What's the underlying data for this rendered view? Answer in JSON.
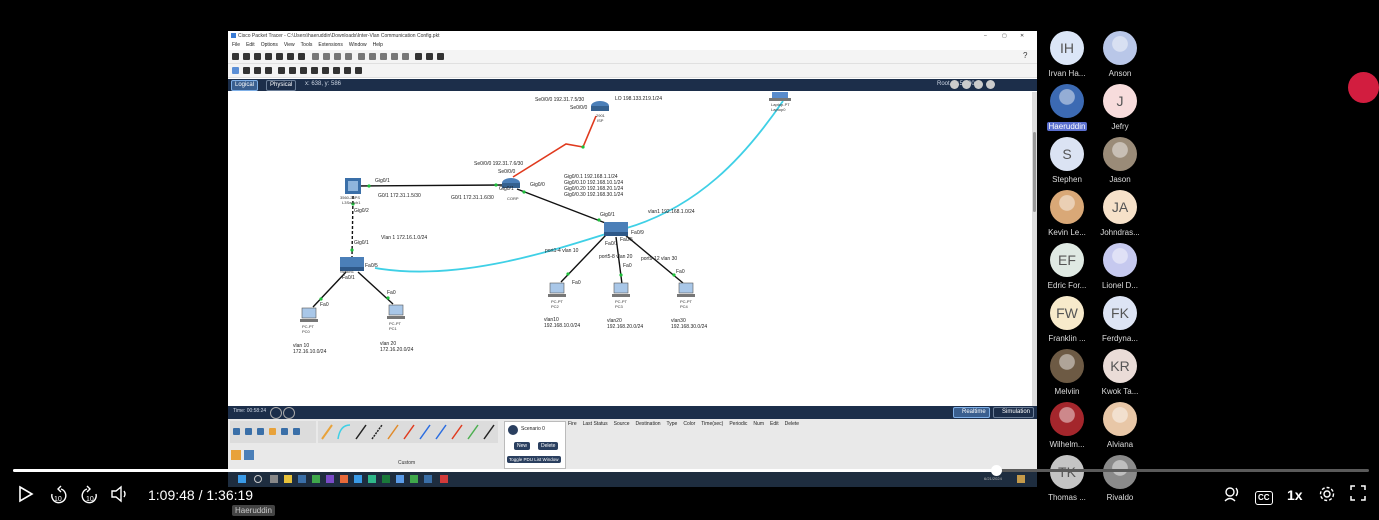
{
  "app": {
    "window_title": "Cisco Packet Tracer - C:\\Users\\haeruddin\\Downloads\\Inter-Vlan Communication Config.pkt",
    "menu": [
      "File",
      "Edit",
      "Options",
      "View",
      "Tools",
      "Extensions",
      "Window",
      "Help"
    ],
    "tabs": {
      "logical": "Logical",
      "physical": "Physical",
      "coords": "x: 638, y: 586"
    },
    "root_time": "Root 01:58:00",
    "time_label": "Time: 00:58:24",
    "realtime_label": "Realtime",
    "simulation_label": "Simulation",
    "scenario": "Scenario 0",
    "new_label": "New",
    "delete_label": "Delete",
    "toggle_pdu": "Toggle PDU List Window",
    "pdu_columns": [
      "Fire",
      "Last Status",
      "Source",
      "Destination",
      "Type",
      "Color",
      "Time(sec)",
      "Periodic",
      "Num",
      "Edit",
      "Delete"
    ],
    "custom_label": "Custom",
    "date": "6/21/2024",
    "help_icon": "?"
  },
  "topology": {
    "isp_link": "Se0/0/0 192.31.7.5/30",
    "isp_port": "Se0/0/0",
    "isp_lo": "LO 198.133.219.1/24",
    "isp_dev": "2901",
    "isp_name": "ISP",
    "corp_se": "Se0/0/0 192.31.7.6/30",
    "corp_se_port": "Se0/0/0",
    "corp_gig01": "Gig0/1",
    "corp_gig00": "Gig0/0",
    "corp_name": "CORP",
    "corp_subifs": [
      "Gig0/0.1 192.168.1.1/24",
      "Gig0/0.10 192.168.10.1/24",
      "Gig0/0.20 192.168.20.1/24",
      "Gig0/0.30 192.168.30.1/24"
    ],
    "l3_gig01": "Gig0/1",
    "l3_g01_ip": "G0/1 172.31.1.5/30",
    "corp_g01_ip": "G0/1 172.31.1.6/30",
    "l3_model": "3560-24PS",
    "l3_name": "L3Switch1",
    "l3_gig02": "Gig0/2",
    "sw1_gig01": "Gig0/1",
    "vlan1_172": "Vlan 1 172.16.1.0/24",
    "sw1_fa05": "Fa0/5",
    "sw1_fa01": "Fa0/1",
    "sw1_name": "Switch1",
    "pc0_fa": "Fa0",
    "pc1_fa": "Fa0",
    "pc0_name": "PC-PT PC0",
    "pc1_name": "PC-PT PC1",
    "vlan10_172": "vlan 10 172.16.10.0/24",
    "vlan20_172": "vlan 20 172.16.20.0/24",
    "sw2_gig01": "Gig0/1",
    "vlan1_192": "vlan1 192.168.1.0/24",
    "sw2_fa09": "Fa0/9",
    "sw2_fa05": "Fa0/5",
    "sw2_fa01": "Fa0/1",
    "port14": "port1-4 vlan 10",
    "port58": "port5-8 vlan 20",
    "port912": "port9-12 vlan 30",
    "pc2_fa": "Fa0",
    "pc3_fa": "Fa0",
    "pc4_fa": "Fa0",
    "pc2_name": "PC-PT PC2",
    "pc3_name": "PC-PT PC3",
    "pc4_name": "PC-PT PC4",
    "vlan10_192": "vlan10 192.168.10.0/24",
    "vlan20_192": "vlan20 192.168.20.0/24",
    "vlan30_192": "vlan30 192.168.30.0/24",
    "laptop_name": "Laptop-PT Laptop0"
  },
  "participants": [
    {
      "name": "Irvan Ha...",
      "initials": "IH",
      "bg": "#dbe6f7"
    },
    {
      "name": "Anson",
      "initials": "",
      "bg": "#b9c7e8"
    },
    {
      "name": "Haeruddin",
      "initials": "",
      "bg": "#3c6ab3"
    },
    {
      "name": "Jefry",
      "initials": "J",
      "bg": "#f7dcdc"
    },
    {
      "name": "Stephen",
      "initials": "S",
      "bg": "#dbe3f3"
    },
    {
      "name": "Jason",
      "initials": "",
      "bg": "#9a8b78"
    },
    {
      "name": "Kevin Le...",
      "initials": "",
      "bg": "#d9a877"
    },
    {
      "name": "Johndras...",
      "initials": "JA",
      "bg": "#f6e1c9"
    },
    {
      "name": "Edric For...",
      "initials": "EF",
      "bg": "#dfe9e3"
    },
    {
      "name": "Lionel D...",
      "initials": "",
      "bg": "#c6c9ef"
    },
    {
      "name": "Franklin ...",
      "initials": "FW",
      "bg": "#f7eacb"
    },
    {
      "name": "Ferdyna...",
      "initials": "FK",
      "bg": "#dde4f4"
    },
    {
      "name": "Melviin",
      "initials": "",
      "bg": "#6d5a44"
    },
    {
      "name": "Kwok Ta...",
      "initials": "KR",
      "bg": "#eadcd7"
    },
    {
      "name": "Wilhelm...",
      "initials": "",
      "bg": "#a4262c"
    },
    {
      "name": "Alviana",
      "initials": "",
      "bg": "#e8c7a7"
    },
    {
      "name": "Thomas ...",
      "initials": "TK",
      "bg": "#c4c4c4"
    },
    {
      "name": "Rivaldo",
      "initials": "",
      "bg": "#8a8a8a"
    }
  ],
  "player": {
    "time": "1:09:48 / 1:36:19",
    "progress": 0.7246,
    "skip_back": "10",
    "skip_fwd": "10",
    "speed": "1x",
    "cc": "CC",
    "speaker": "Haeruddin"
  },
  "colors": {
    "record": "#d21d3f",
    "ethernet": "#000000",
    "serial": "#e03a1e",
    "wireless": "#3fd0e6"
  }
}
